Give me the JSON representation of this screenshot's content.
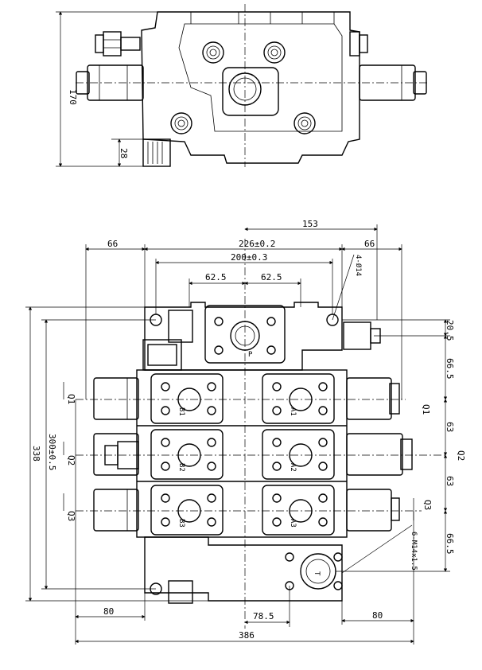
{
  "top_view": {
    "dims": {
      "height": "170",
      "flange": "28"
    }
  },
  "front_view": {
    "dims": {
      "d153": "153",
      "d226": "226±0.2",
      "d66_left": "66",
      "d66_right": "66",
      "d200": "200±0.3",
      "d62_5_a": "62.5",
      "d62_5_b": "62.5",
      "d338": "338",
      "d300": "300±0.5",
      "d20_5": "20.5",
      "d66_5_top": "66.5",
      "d63_a": "63",
      "d63_b": "63",
      "d66_5_bot": "66.5",
      "d80_left": "80",
      "d80_right": "80",
      "d78_5": "78.5",
      "d386": "386",
      "hole_note": "4-Ø14",
      "thread_note": "6-M14x1.5"
    },
    "ports": {
      "P": "P",
      "T": "T",
      "A1": "A1",
      "A2": "A2",
      "A3": "A3",
      "B1": "B1",
      "B2": "B2",
      "B3": "B3"
    },
    "spool_labels": {
      "q1_left": "Q1",
      "q2_left": "Q2",
      "q3_left": "Q3",
      "q1_right": "Q1",
      "q2_right": "Q2",
      "q3_right": "Q3"
    }
  }
}
